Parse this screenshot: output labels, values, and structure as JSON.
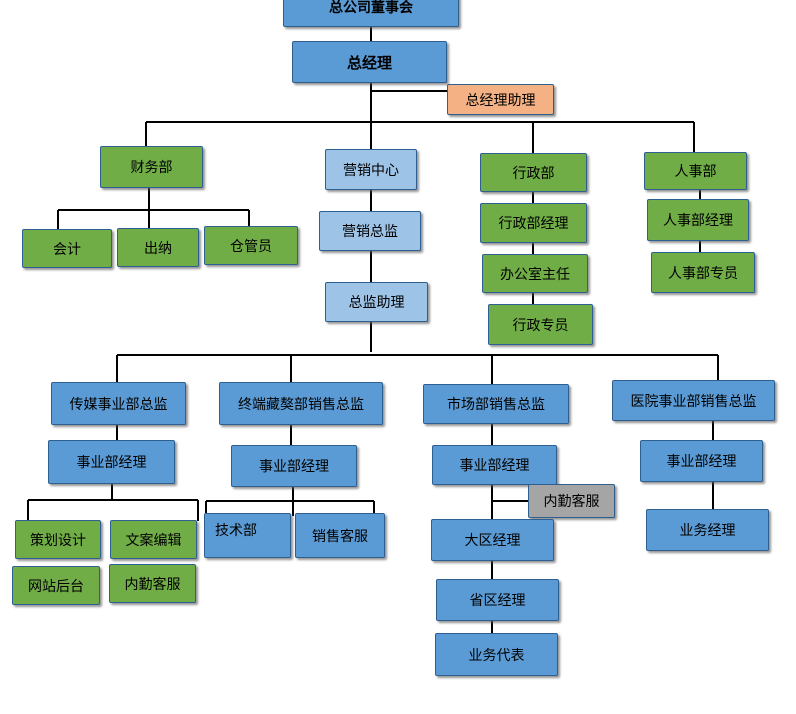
{
  "colors": {
    "blue": "#5b9bd5",
    "light_blue": "#9dc3e6",
    "green": "#70ad47",
    "orange": "#f4b183",
    "gray": "#a5a5a5",
    "line": "#000000"
  },
  "nodes": {
    "board": "总公司董事会",
    "gm": "总经理",
    "gm_assistant": "总经理助理",
    "finance": "财务部",
    "accounting": "会计",
    "cashier": "出纳",
    "warehouse": "仓管员",
    "marketing": "营销中心",
    "marketing_director": "营销总监",
    "director_assistant": "总监助理",
    "admin": "行政部",
    "admin_manager": "行政部经理",
    "office_director": "办公室主任",
    "admin_specialist": "行政专员",
    "hr": "人事部",
    "hr_manager": "人事部经理",
    "hr_specialist": "人事部专员",
    "media_director": "传媒事业部总监",
    "media_manager": "事业部经理",
    "planning_design": "策划设计",
    "copy_editing": "文案编辑",
    "website_backend": "网站后台",
    "media_inside_service": "内勤客服",
    "terminal_director": "终端藏獒部销售总监",
    "terminal_manager": "事业部经理",
    "tech_dept": "技术部",
    "sales_service": "销售客服",
    "market_director": "市场部销售总监",
    "market_manager": "事业部经理",
    "market_inside_service": "内勤客服",
    "region_manager": "大区经理",
    "province_manager": "省区经理",
    "sales_rep": "业务代表",
    "hospital_director": "医院事业部销售总监",
    "hospital_manager": "事业部经理",
    "business_manager": "业务经理"
  }
}
